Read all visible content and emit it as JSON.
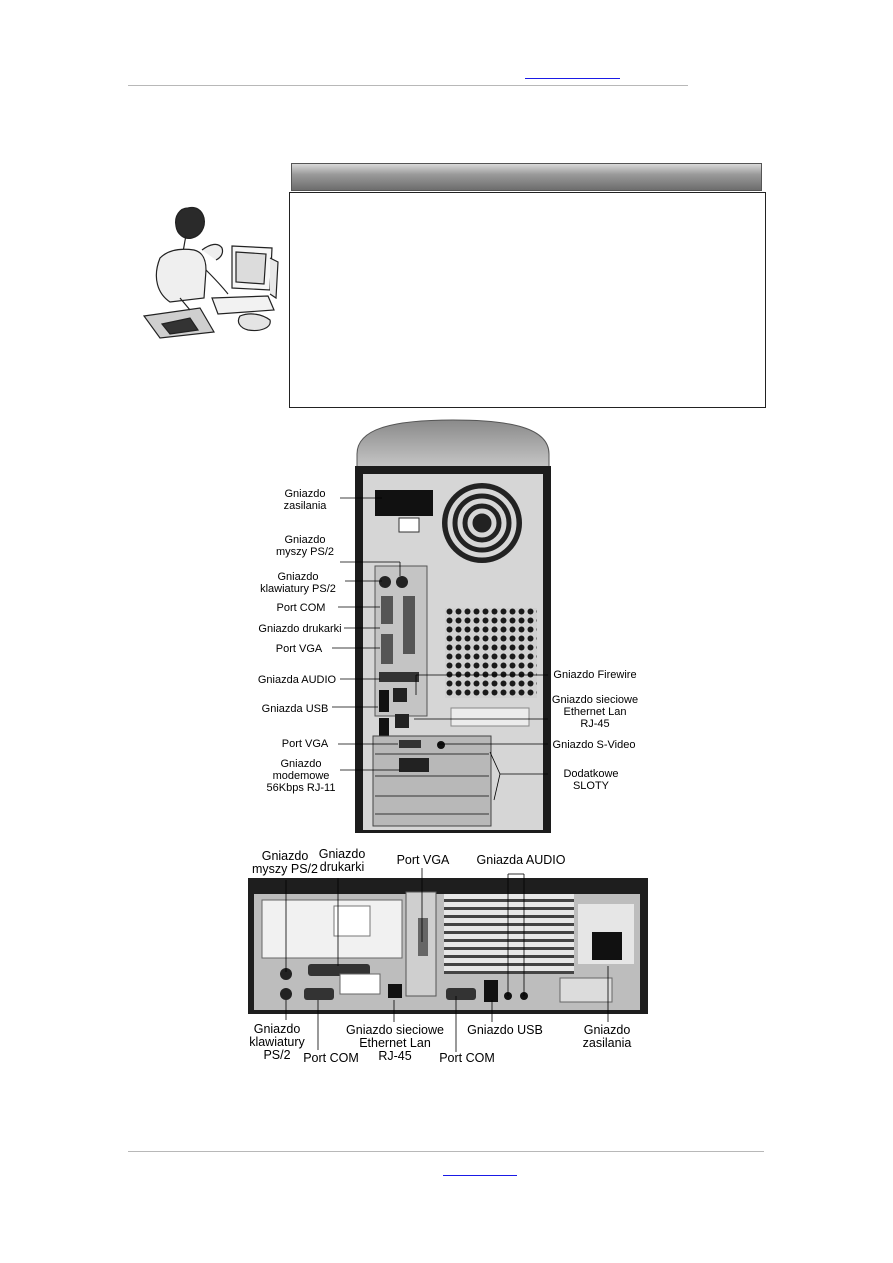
{
  "tower_labels": {
    "gniazdo_zasilania": "Gniazdo\nzasilania",
    "gniazdo_myszy": "Gniazdo\nmyszy PS/2",
    "gniazdo_klawiatury": "Gniazdo\nklawiatury PS/2",
    "port_com": "Port COM",
    "gniazdo_drukarki": "Gniazdo drukarki",
    "port_vga_1": "Port VGA",
    "gniazda_audio": "Gniazda AUDIO",
    "gniazda_usb": "Gniazda USB",
    "port_vga_2": "Port VGA",
    "gniazdo_modemowe": "Gniazdo\nmodemowe\n56Kbps RJ-11",
    "gniazdo_firewire": "Gniazdo Firewire",
    "gniazdo_sieciowe": "Gniazdo sieciowe\nEthernet Lan\nRJ-45",
    "gniazdo_svideo": "Gniazdo S-Video",
    "dodatkowe_sloty": "Dodatkowe\nSLOTY"
  },
  "desktop_labels": {
    "gniazdo_myszy": "Gniazdo\nmyszy PS/2",
    "gniazdo_drukarki": "Gniazdo\ndrukarki",
    "port_vga": "Port VGA",
    "gniazda_audio": "Gniazda AUDIO",
    "gniazdo_klawiatury": "Gniazdo\nklawiatury\nPS/2",
    "port_com_1": "Port COM",
    "gniazdo_sieciowe": "Gniazdo sieciowe\nEthernet Lan\nRJ-45",
    "port_com_2": "Port COM",
    "gniazdo_usb": "Gniazdo USB",
    "gniazdo_zasilania": "Gniazdo\nzasilania"
  },
  "colors": {
    "link": "#1a1ae6",
    "rule": "#b8b8b8"
  }
}
